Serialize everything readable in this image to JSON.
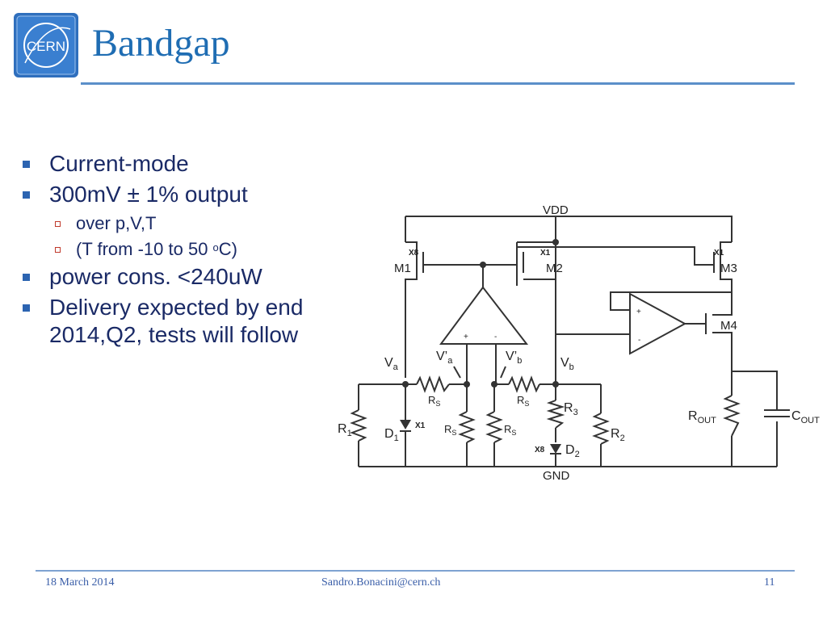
{
  "slide": {
    "title": "Bandgap",
    "logo_text": "CERN",
    "bullets": {
      "b1": "Current-mode",
      "b2": "300mV ± 1% output",
      "s1": "over p,V,T",
      "s2_pre": "(T from -10 to 50 ",
      "s2_sup": "o",
      "s2_post": "C)",
      "b3": "power cons. <240uW",
      "b4": "Delivery expected by end 2014,Q2, tests will follow"
    },
    "footer": {
      "date": "18 March 2014",
      "email": "Sandro.Bonacini@cern.ch",
      "page": "11"
    }
  },
  "circuit": {
    "vdd": "VDD",
    "gnd": "GND",
    "m1": "M1",
    "m2": "M2",
    "m3": "M3",
    "m4": "M4",
    "x8": "X8",
    "x1": "X1",
    "x8b": "X8",
    "va": "V",
    "va_sub": "a",
    "vpa": "V’",
    "vpa_sub": "a",
    "vpb": "V’",
    "vpb_sub": "b",
    "vb": "V",
    "vb_sub": "b",
    "rs": "R",
    "rs_sub": "S",
    "r1": "R",
    "r1_sub": "1",
    "r2": "R",
    "r2_sub": "2",
    "r3": "R",
    "r3_sub": "3",
    "d1": "D",
    "d1_sub": "1",
    "d2": "D",
    "d2_sub": "2",
    "rout": "R",
    "rout_sub": "OUT",
    "cout": "C",
    "cout_sub": "OUT",
    "plus": "+",
    "minus": "-"
  }
}
